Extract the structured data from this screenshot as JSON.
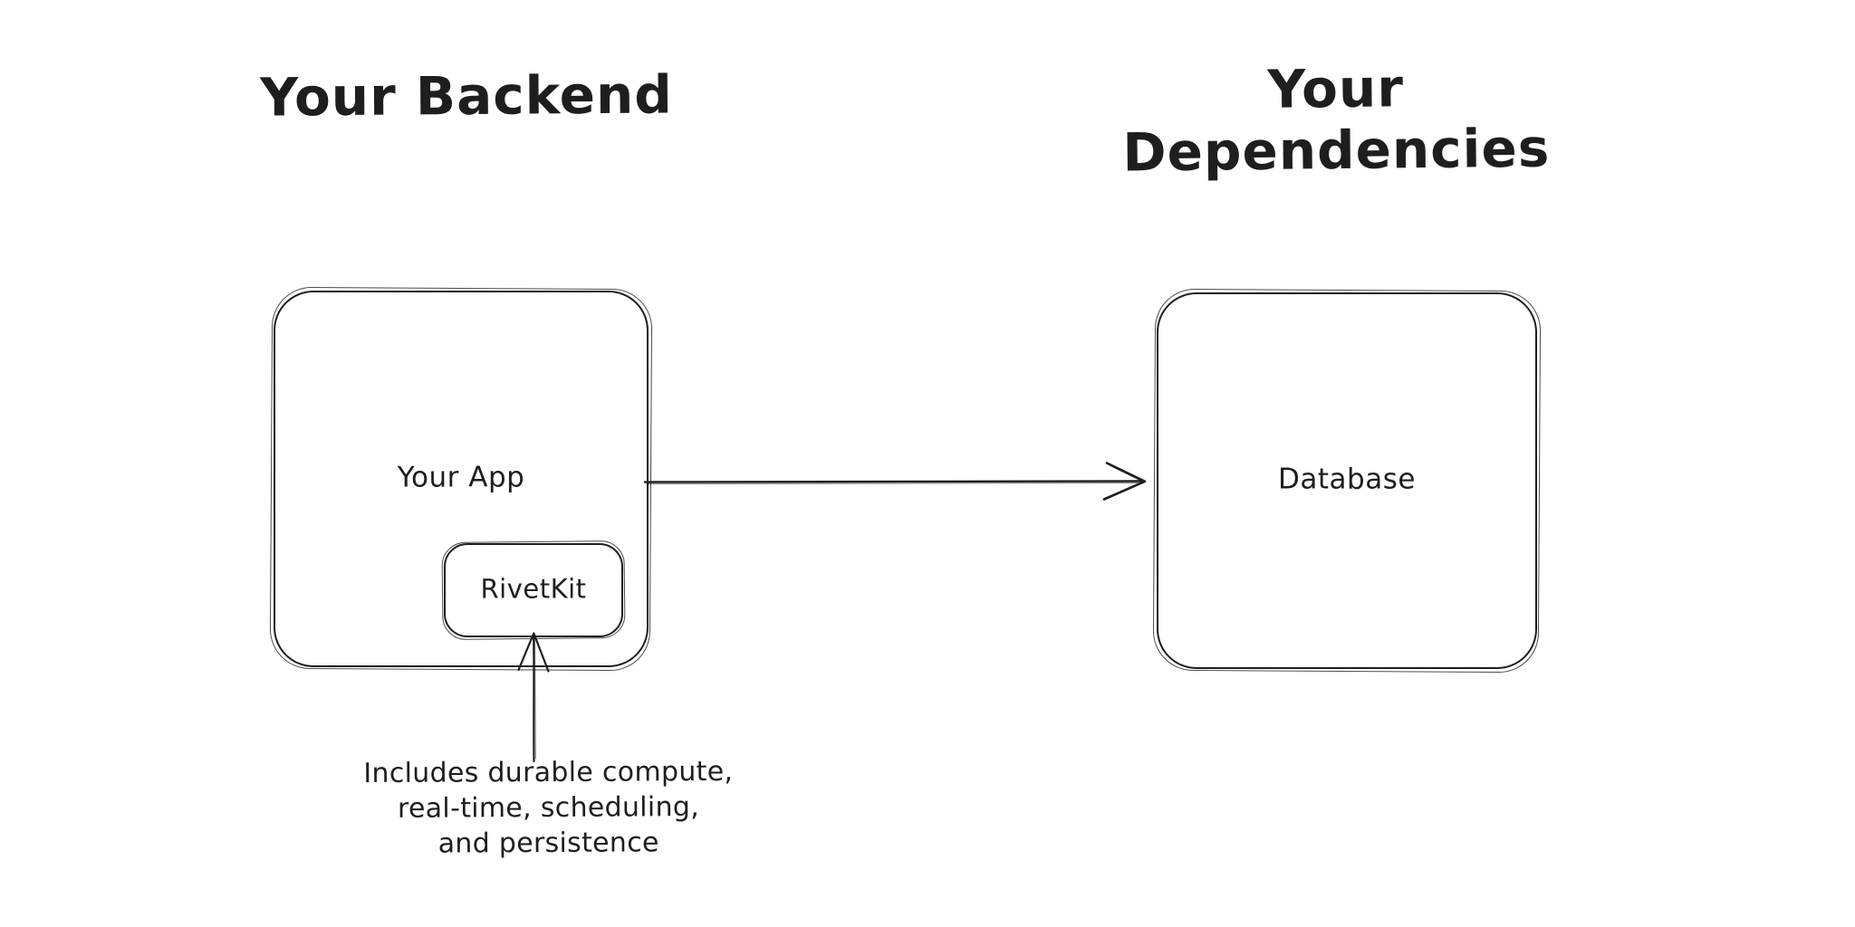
{
  "canvas": {
    "background_color": "#ffffff",
    "stroke_color": "#1e1e1e"
  },
  "titles": {
    "backend": "Your Backend",
    "dependencies": "Your Dependencies"
  },
  "nodes": {
    "your_app": {
      "label": "Your App"
    },
    "rivetkit": {
      "label": "RivetKit"
    },
    "database": {
      "label": "Database"
    }
  },
  "arrows": {
    "app_to_database": "arrow from Your App to Database",
    "caption_to_rivetkit": "arrow from caption up to RivetKit"
  },
  "annotation": {
    "text": "Includes durable compute,\nreal-time, scheduling,\nand persistence"
  }
}
